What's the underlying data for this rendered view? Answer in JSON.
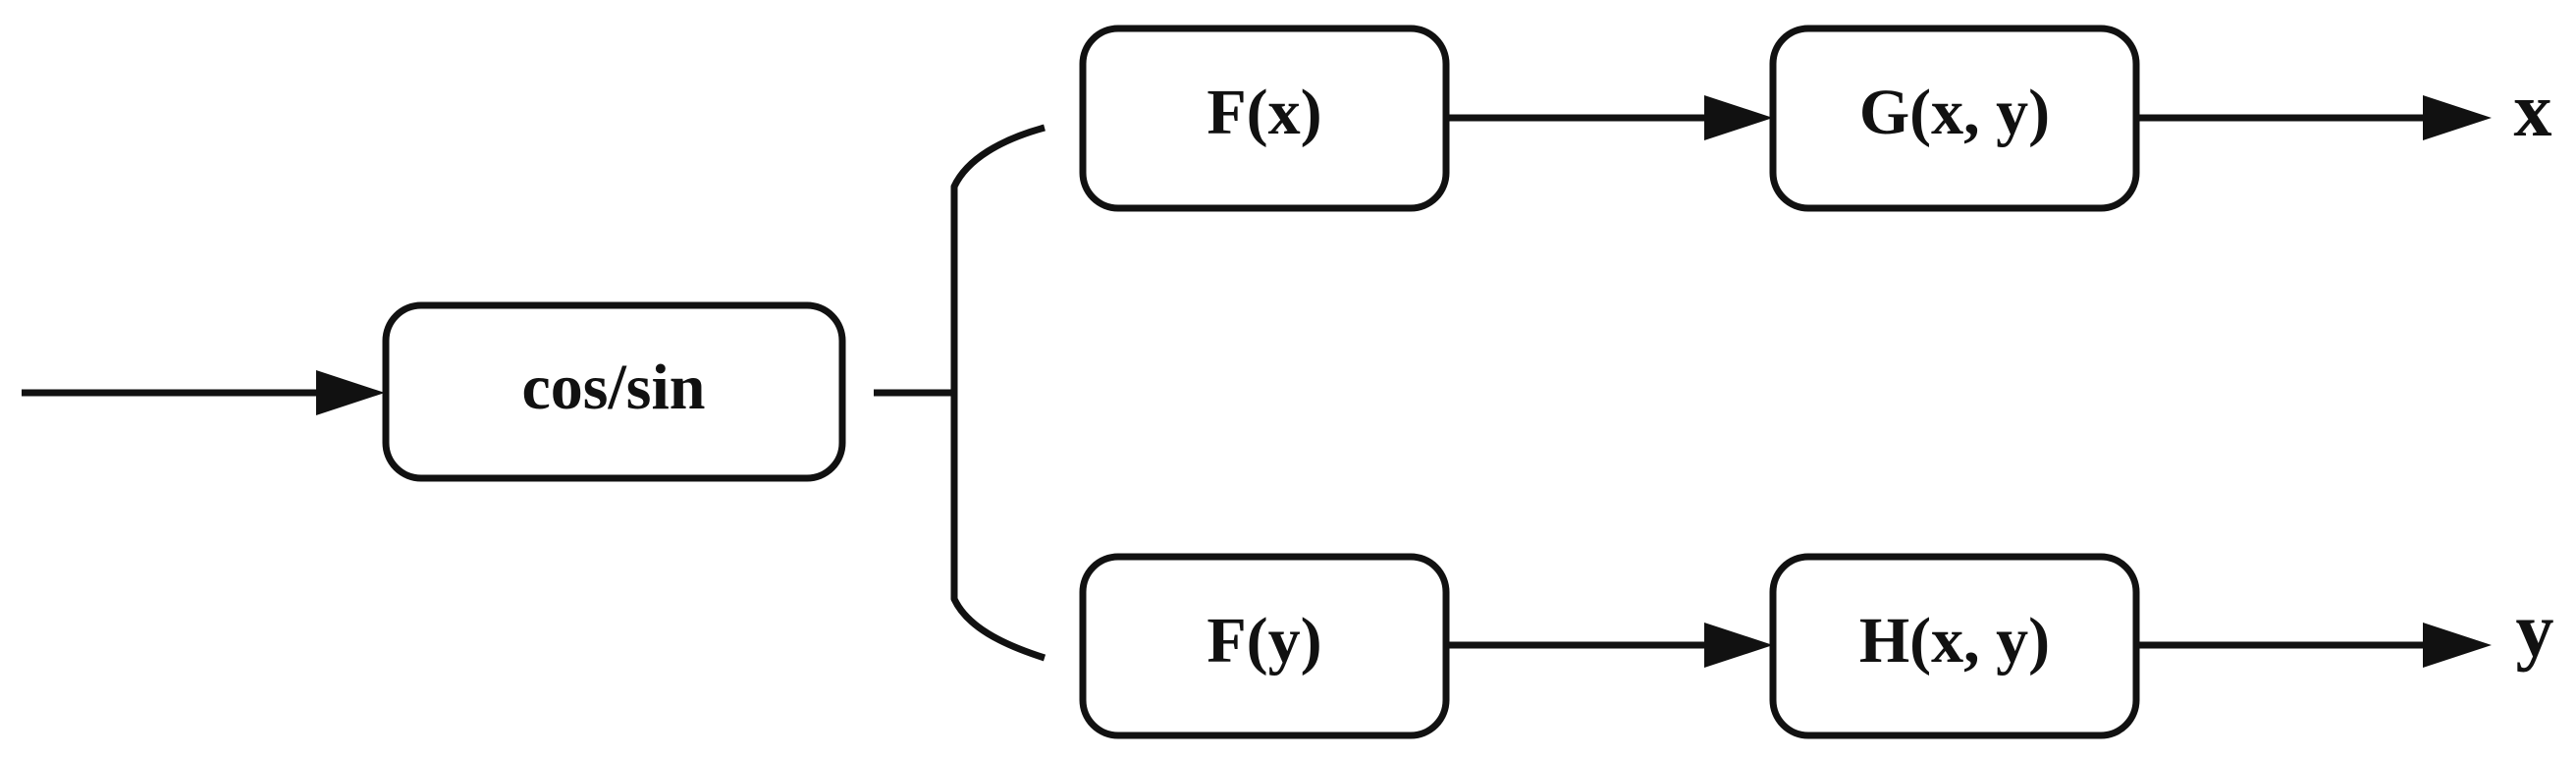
{
  "diagram": {
    "blocks": {
      "cos_sin": {
        "label": "cos/sin"
      },
      "f_x": {
        "label": "F(x)"
      },
      "g_xy": {
        "label": "G(x, y)"
      },
      "f_y": {
        "label": "F(y)"
      },
      "h_xy": {
        "label": "H(x, y)"
      }
    },
    "outputs": {
      "x": {
        "label": "x"
      },
      "y": {
        "label": "y"
      }
    }
  },
  "colors": {
    "stroke": "#111111",
    "background": "#ffffff"
  }
}
